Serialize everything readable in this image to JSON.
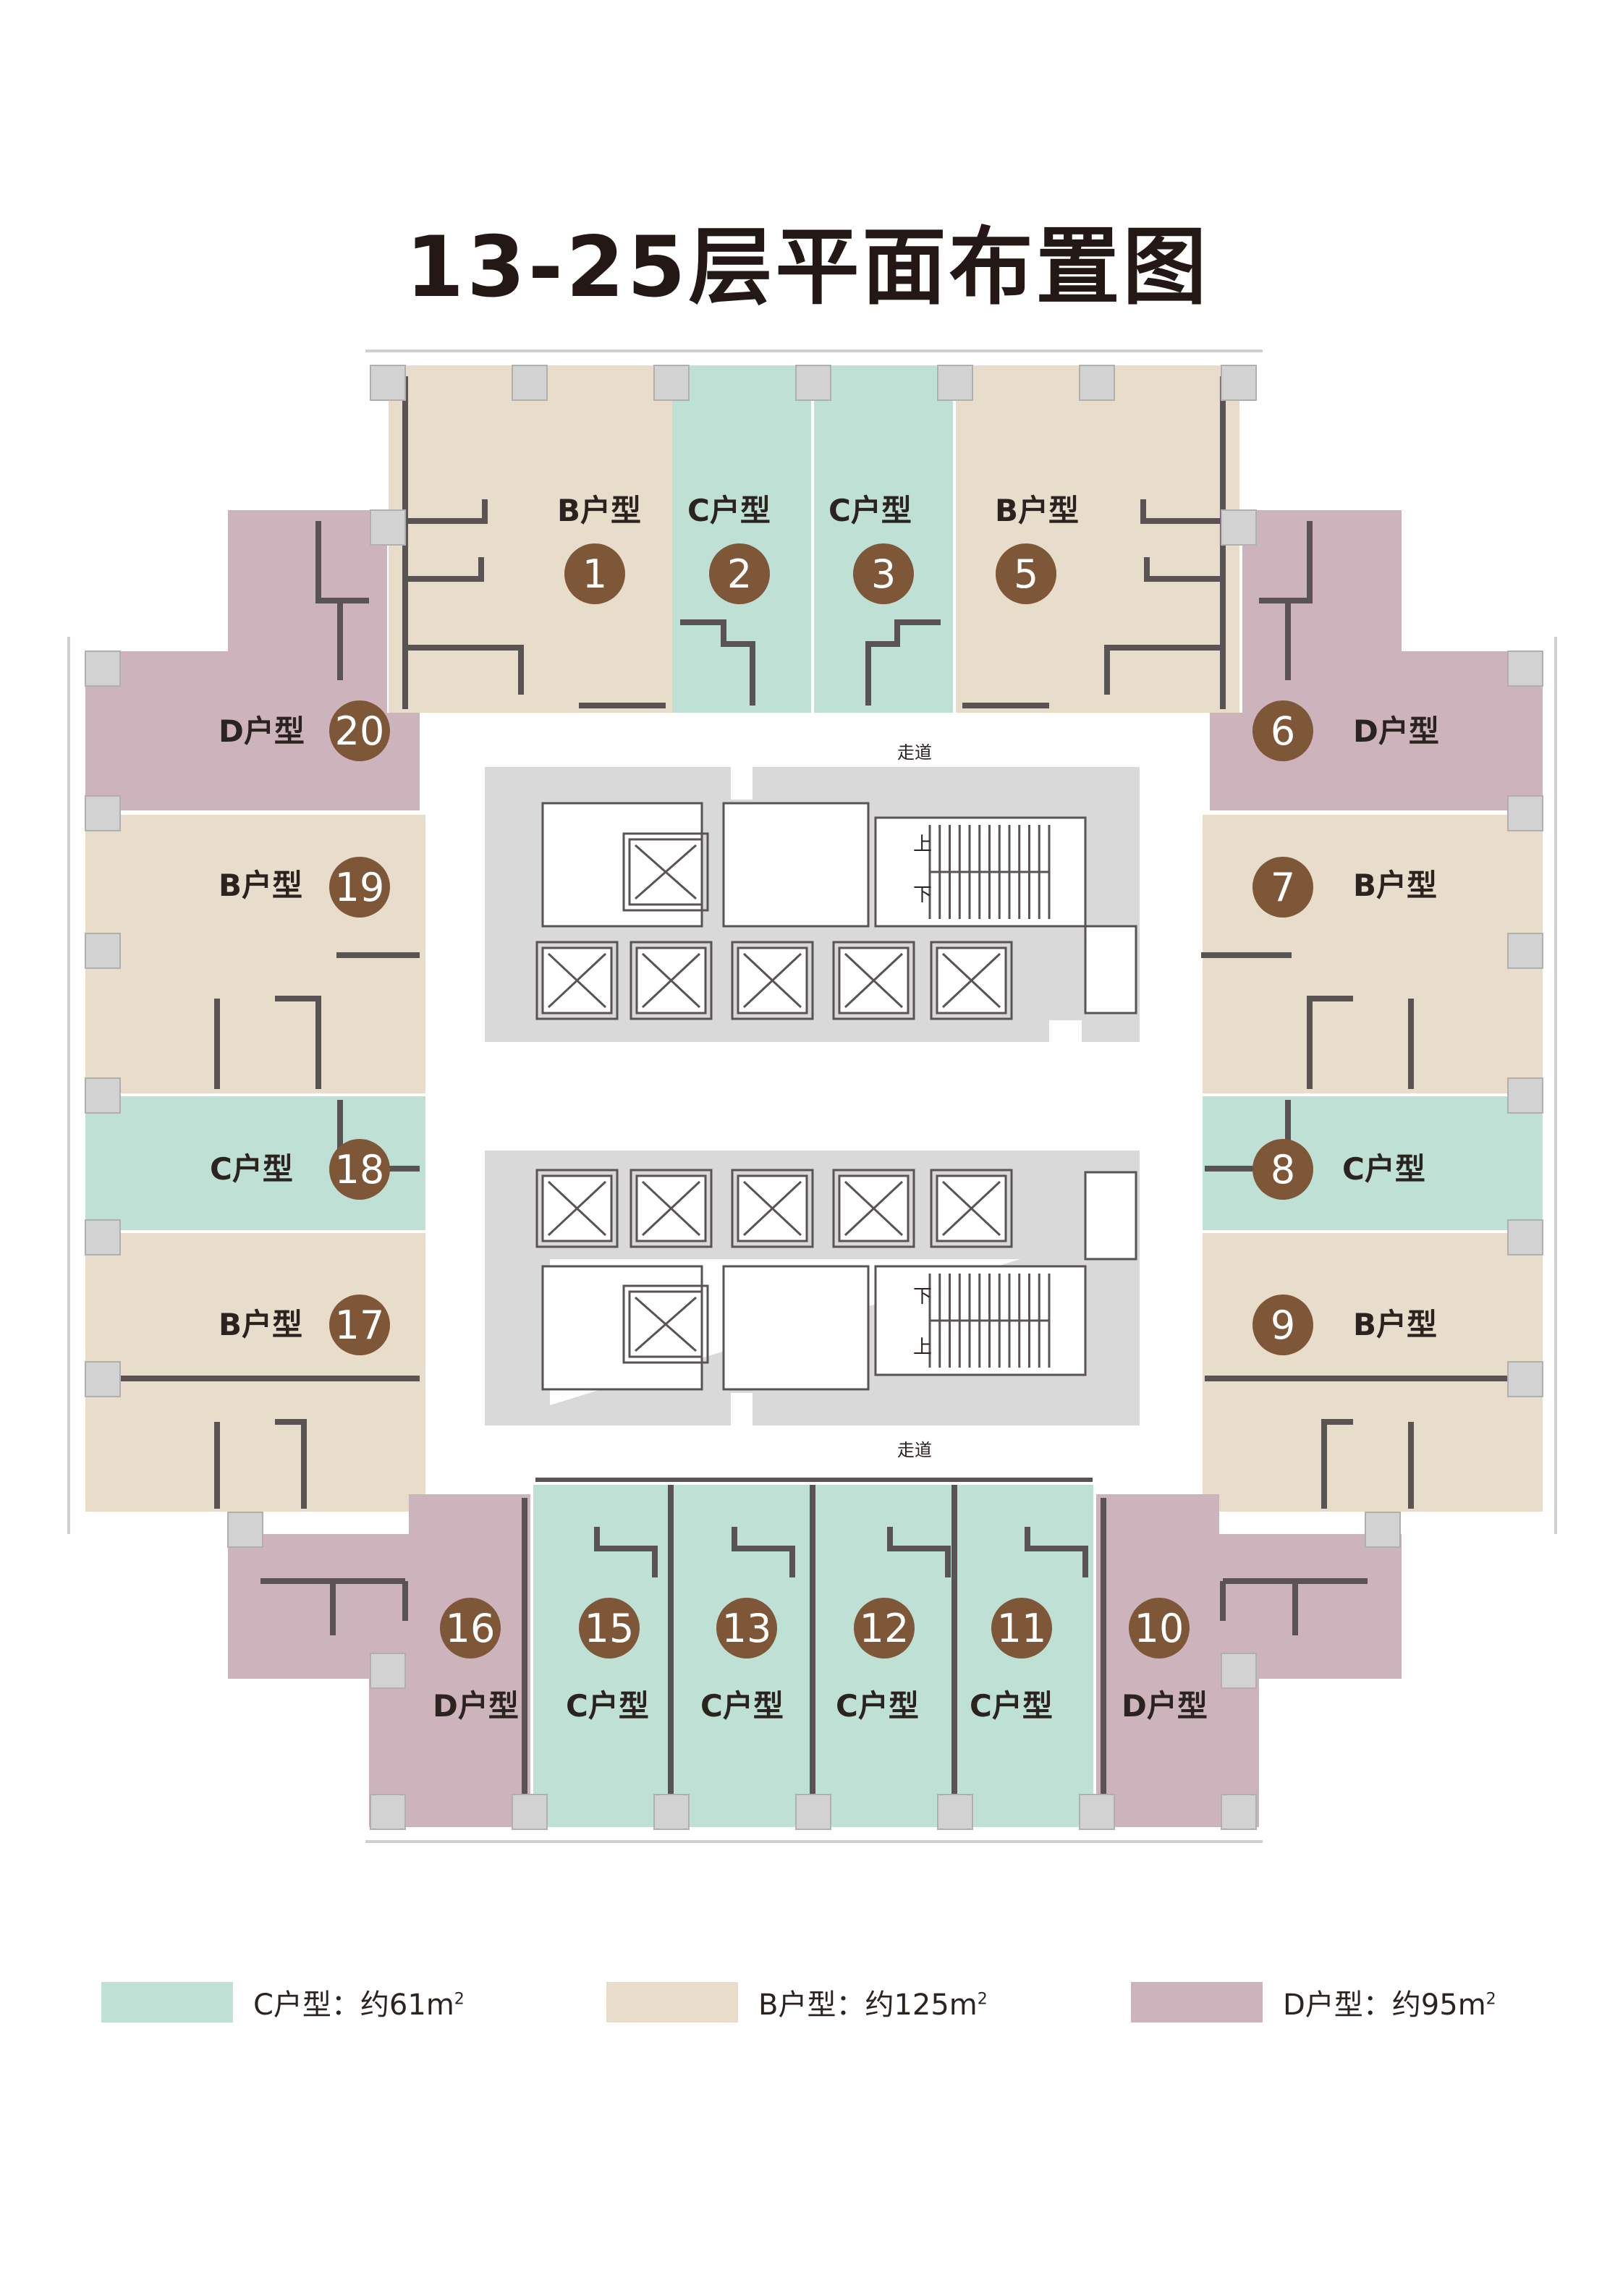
{
  "title": "13-25层平面布置图",
  "colors": {
    "C": "#bfe0d4",
    "B": "#e8dccb",
    "D": "#ccb3bc",
    "core": "#d9d9da",
    "badge": "#7e5638",
    "wall": "#5a5354"
  },
  "units": [
    {
      "num": "1",
      "label": "B户型"
    },
    {
      "num": "2",
      "label": "C户型"
    },
    {
      "num": "3",
      "label": "C户型"
    },
    {
      "num": "5",
      "label": "B户型"
    },
    {
      "num": "6",
      "label": "D户型"
    },
    {
      "num": "7",
      "label": "B户型"
    },
    {
      "num": "8",
      "label": "C户型"
    },
    {
      "num": "9",
      "label": "B户型"
    },
    {
      "num": "10",
      "label": "D户型"
    },
    {
      "num": "11",
      "label": "C户型"
    },
    {
      "num": "12",
      "label": "C户型"
    },
    {
      "num": "13",
      "label": "C户型"
    },
    {
      "num": "15",
      "label": "C户型"
    },
    {
      "num": "16",
      "label": "D户型"
    },
    {
      "num": "17",
      "label": "B户型"
    },
    {
      "num": "18",
      "label": "C户型"
    },
    {
      "num": "19",
      "label": "B户型"
    },
    {
      "num": "20",
      "label": "D户型"
    }
  ],
  "core": {
    "upstair": "上",
    "downstair": "下",
    "corridor_top": "走道",
    "corridor_bottom": "走道"
  },
  "legend": [
    {
      "type": "C",
      "label": "C户型：约61m",
      "sup": "2"
    },
    {
      "type": "B",
      "label": "B户型：约125m",
      "sup": "2"
    },
    {
      "type": "D",
      "label": "D户型：约95m",
      "sup": "2"
    }
  ]
}
